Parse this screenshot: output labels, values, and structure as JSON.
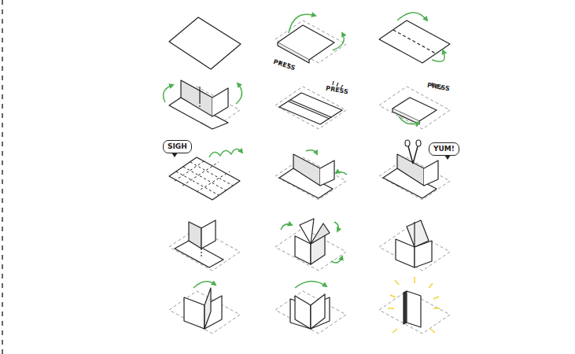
{
  "diagram": {
    "nodes": [
      {
        "text": [
          "SIGH"
        ]
      },
      {
        "text": [
          "YUM!"
        ]
      }
    ],
    "labels": [
      "PRESS",
      "PRESS",
      "PRESS"
    ]
  }
}
